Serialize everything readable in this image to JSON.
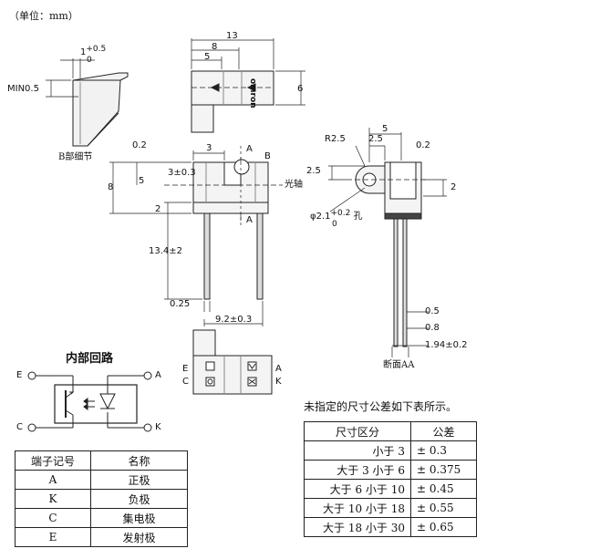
{
  "unit_note": "（单位：mm）",
  "detail_b": {
    "caption": "B部细节",
    "min_label": "MIN0.5",
    "dim_1": "1",
    "dim_1_sup": "+0.5",
    "dim_1_sub": "0"
  },
  "top_view": {
    "dim_13": "13",
    "dim_8": "8",
    "dim_5": "5",
    "dim_6": "6",
    "brand": "omron"
  },
  "front_view": {
    "dim_02": "0.2",
    "dim_3": "3",
    "label_A_top": "A",
    "label_B": "B",
    "dim_3_tol": "3±0.3",
    "dim_5": "5",
    "dim_8": "8",
    "optical_axis": "光轴",
    "label_A_bottom": "A",
    "dim_2": "2",
    "dim_134": "13.4±2",
    "dim_025": "0.25",
    "dim_92": "9.2±0.3"
  },
  "side_view": {
    "dim_5": "5",
    "r25": "R2.5",
    "dim_25a": "2.5",
    "dim_02": "0.2",
    "dim_25b": "2.5",
    "dim_2": "2",
    "hole": "φ2.1",
    "hole_sup": "+0.2",
    "hole_sub": "0",
    "hole_suffix": "孔",
    "dim_05": "0.5",
    "dim_08": "0.8",
    "dim_194": "1.94±0.2",
    "caption": "断面AA"
  },
  "bottom_view": {
    "label_E": "E",
    "label_C": "C",
    "label_A": "A",
    "label_K": "K"
  },
  "circuit": {
    "title": "内部回路",
    "E": "E",
    "C": "C",
    "A": "A",
    "K": "K"
  },
  "terminal_table": {
    "headers": [
      "端子记号",
      "名称"
    ],
    "rows": [
      [
        "A",
        "正极"
      ],
      [
        "K",
        "负极"
      ],
      [
        "C",
        "集电极"
      ],
      [
        "E",
        "发射极"
      ]
    ]
  },
  "tolerance_note": "未指定的尺寸公差如下表所示。",
  "tolerance_table": {
    "headers": [
      "尺寸区分",
      "公差"
    ],
    "rows": [
      [
        "小于 3",
        "± 0.3"
      ],
      [
        "大于 3 小于 6",
        "± 0.375"
      ],
      [
        "大于 6 小于 10",
        "± 0.45"
      ],
      [
        "大于 10 小于 18",
        "± 0.55"
      ],
      [
        "大于 18 小于 30",
        "± 0.65"
      ]
    ]
  }
}
